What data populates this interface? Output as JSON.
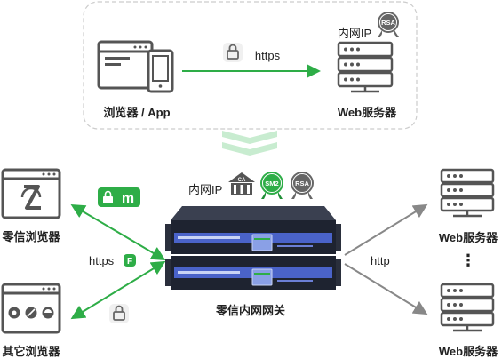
{
  "top": {
    "browser_app_label": "浏览器 / App",
    "https_label": "https",
    "intranet_ip_label": "内网IP",
    "rsa_badge": "RSA",
    "web_server_label": "Web服务器"
  },
  "left": {
    "zero_trust_browser_label": "零信浏览器",
    "other_browsers_label": "其它浏览器",
    "https_label": "https",
    "f_badge": "F",
    "m_badge": "m"
  },
  "center": {
    "intranet_ip_label": "内网IP",
    "ca_badge": "CA",
    "sm2_badge": "SM2",
    "rsa_badge": "RSA",
    "gateway_label": "零信内网网关"
  },
  "right": {
    "http_label": "http",
    "web_server_top_label": "Web服务器",
    "web_server_bottom_label": "Web服务器",
    "ellipsis": "⋮"
  },
  "colors": {
    "green": "#2ead47",
    "green_dark": "#1f8f36",
    "light_green": "#c8ecd0",
    "gray_icon": "#555555",
    "gray_line": "#888888",
    "dashed_border": "#cccccc",
    "device_dark": "#1e2330",
    "device_blue": "#4a63c9"
  }
}
